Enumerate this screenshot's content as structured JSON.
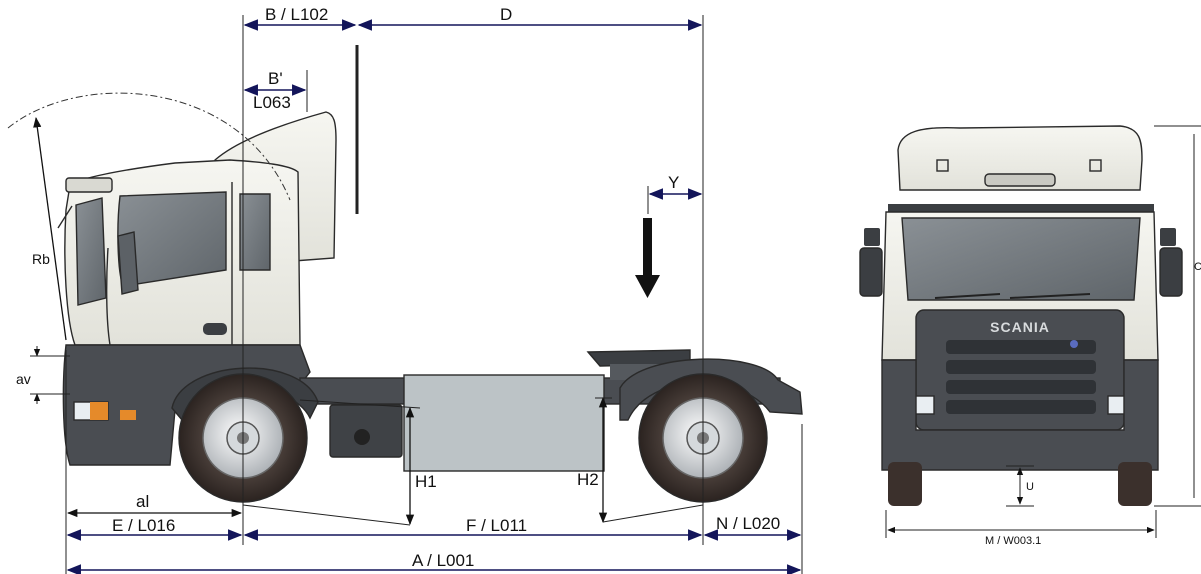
{
  "side_view": {
    "labels": {
      "b_l102": "B / L102",
      "d": "D",
      "b_prime": "B'",
      "l063": "L063",
      "y": "Y",
      "rb": "Rb",
      "av": "av",
      "al": "al",
      "h1": "H1",
      "h2": "H2",
      "e_l016": "E / L016",
      "f_l011": "F / L011",
      "n_l020": "N / L020",
      "a_l001": "A / L001"
    }
  },
  "front_view": {
    "brand": "SCANIA",
    "labels": {
      "u": "U",
      "m_w003": "M / W003.1",
      "c": "C"
    }
  },
  "colors": {
    "cab": "#eeeee8",
    "chassis": "#4a4d52",
    "tank": "#bcc3c6",
    "dimension_line": "#13155a"
  }
}
